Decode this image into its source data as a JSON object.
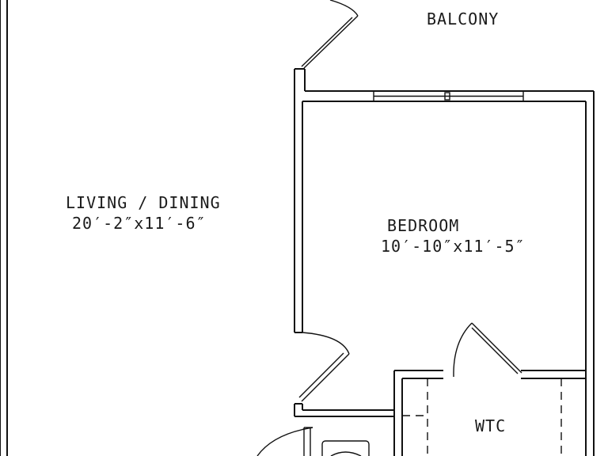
{
  "rooms": {
    "balcony": {
      "name": "BALCONY"
    },
    "living": {
      "name": "LIVING / DINING",
      "dims": "20′-2″x11′-6″"
    },
    "bedroom": {
      "name": "BEDROOM",
      "dims": "10′-10″x11′-5″"
    },
    "wtc": {
      "name": "WTC"
    }
  }
}
